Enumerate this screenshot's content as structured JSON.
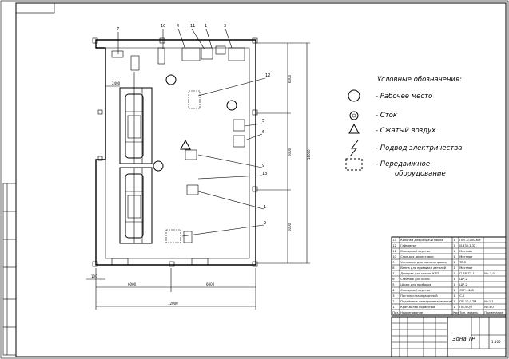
{
  "legend": {
    "title": "Условные обозначения:",
    "items": [
      {
        "icon": "circle-icon",
        "label": "- Рабочее место"
      },
      {
        "icon": "drain-icon",
        "label": "- Сток"
      },
      {
        "icon": "triangle-icon",
        "label": "- Сжатый воздух"
      },
      {
        "icon": "lightning-icon",
        "label": "- Подвод электричества"
      },
      {
        "icon": "dashed-rect-icon",
        "label": "- Передвижное",
        "label2": "оборудование"
      }
    ]
  },
  "callouts": [
    "7",
    "10",
    "4",
    "11",
    "1",
    "3",
    "12",
    "5",
    "6",
    "9",
    "13",
    "1",
    "2"
  ],
  "dimensions": {
    "bottom_left": "6000",
    "bottom_right": "6000",
    "bottom_total": "12000",
    "bottom_small": "100",
    "right_total": "18000",
    "right_a": "6000",
    "right_b": "6000",
    "right_c": "6000",
    "left_small": "2400"
  },
  "spec_rows": [
    {
      "num": "13",
      "name": "Колонка для раздачи масла",
      "qty": "1",
      "model": "ПОТ-0,000-КМ",
      "extra": ""
    },
    {
      "num": "12",
      "name": "Гайковёрт",
      "qty": "1",
      "model": "И-330-1,32",
      "extra": ""
    },
    {
      "num": "11",
      "name": "Слесарный верстак",
      "qty": "1",
      "model": "Местное",
      "extra": ""
    },
    {
      "num": "10",
      "name": "Стол для дефектовки",
      "qty": "1",
      "model": "Местное",
      "extra": ""
    },
    {
      "num": "9",
      "name": "Установка для маслозаправки",
      "qty": "1",
      "model": "T8-2",
      "extra": ""
    },
    {
      "num": "8",
      "name": "Ванна для промывки деталей",
      "qty": "1",
      "model": "Местное",
      "extra": ""
    },
    {
      "num": "7",
      "name": "Домкрат для снятия КПП",
      "qty": "1",
      "model": "П-7М Т1-1",
      "extra": "N= 3,0"
    },
    {
      "num": "6",
      "name": "Стеллаж для колёс",
      "qty": "1",
      "model": "ШР-2",
      "extra": ""
    },
    {
      "num": "5",
      "name": "Шкаф для приборов",
      "qty": "1",
      "model": "ШР-2",
      "extra": ""
    },
    {
      "num": "4",
      "name": "Слесарный верстак",
      "qty": "1",
      "model": "ОРГ-1468",
      "extra": ""
    },
    {
      "num": "3",
      "name": "Пост маслозаправочный",
      "qty": "1",
      "model": "С-2",
      "extra": ""
    },
    {
      "num": "2",
      "name": "Подъёмник электромеханический",
      "qty": "1",
      "model": "ПП-10,0 ТМ",
      "extra": "N=1,1"
    },
    {
      "num": "1",
      "name": "Кран-балка подвесная",
      "qty": "1",
      "model": "ПП-5,0/2",
      "extra": "N=3,0"
    },
    {
      "num": "Поз.",
      "name": "Наименование",
      "qty": "Кол.",
      "model": "Тип, модель",
      "extra": "Примечание"
    }
  ],
  "title_block": {
    "title": "Зона ТР",
    "scale": "1:100"
  }
}
